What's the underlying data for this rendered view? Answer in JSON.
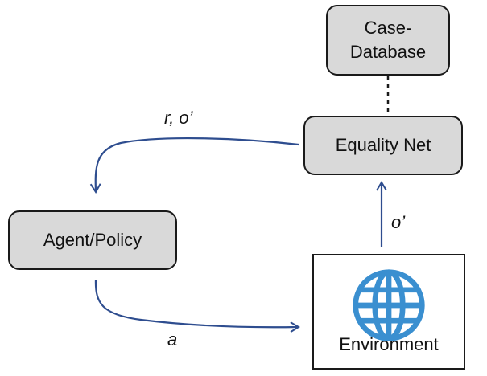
{
  "nodes": {
    "case_database": {
      "line1": "Case-",
      "line2": "Database"
    },
    "equality_net": {
      "label": "Equality Net"
    },
    "agent_policy": {
      "label": "Agent/Policy"
    },
    "environment": {
      "label": "Environment",
      "icon": "globe-icon"
    }
  },
  "edges": {
    "net_to_agent": {
      "label": "r, o’"
    },
    "env_to_net": {
      "label": "o’"
    },
    "agent_to_env": {
      "label": "a"
    }
  },
  "colors": {
    "arrow": "#2e4d8f",
    "node_fill": "#d9d9d9",
    "node_border": "#1a1a1a",
    "globe": "#3a8fd0"
  }
}
